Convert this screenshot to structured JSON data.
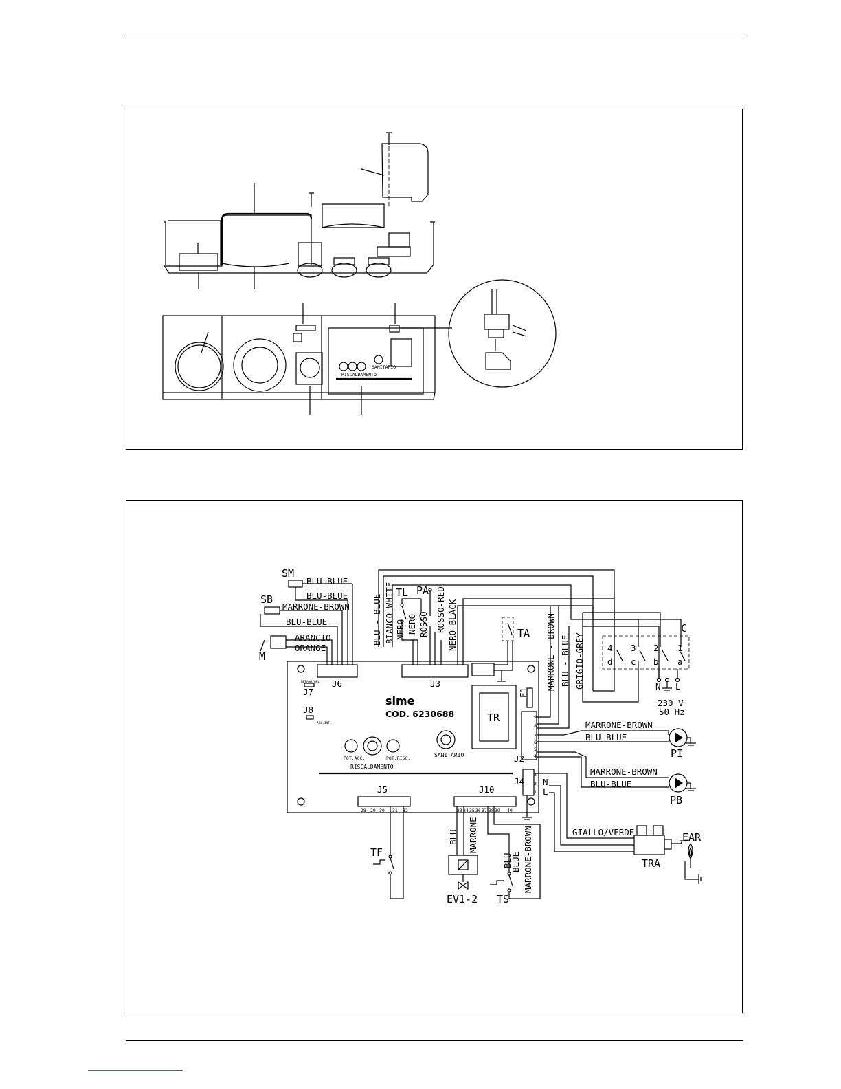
{
  "diagram": {
    "wiring": {
      "wire_labels": {
        "blu_blue": "BLU-BLUE",
        "marrone_brown": "MARRONE-BROWN",
        "arancio": "ARANCIO",
        "orange": "ORANGE",
        "blu_blue_spaced": "BLU - BLUE",
        "bianco_white": "BIANCO-WHITE",
        "nero": "NERO",
        "rosso": "ROSSO",
        "rosso_red": "ROSSO-RED",
        "nero_black": "NERO-BLACK",
        "marrone_brown_spaced": "MARRONE - BROWN",
        "grigio_grey": "GRIGIO-GREY",
        "giallo_verde": "GIALLO/VERDE",
        "blu": "BLU",
        "marrone": "MARRONE",
        "blue": "BLUE"
      },
      "components": {
        "SM": "SM",
        "SB": "SB",
        "M": "M",
        "TL": "TL",
        "PA": "PA",
        "TA": "TA",
        "C": "C",
        "TR": "TR",
        "F1": "F1",
        "PI": "PI",
        "PB": "PB",
        "TF": "TF",
        "EV": "EV1-2",
        "TS": "TS",
        "TRA": "TRA",
        "EAR": "EAR"
      },
      "connectors": {
        "J6": "J6",
        "J3": "J3",
        "J7": "J7",
        "J8": "J8",
        "J2": "J2",
        "J4": "J4",
        "J5": "J5",
        "J10": "J10"
      },
      "board": {
        "brand": "sime",
        "code": "COD. 6230688",
        "riscaldamento": "RISCALDAMENTO",
        "sanitario": "SANITARIO",
        "pot_acc": "POT.ACC.",
        "pot_risc": "POT.RISC.",
        "metano_gpl": "METANO/GPL",
        "ablint": "ABL.INT.",
        "j5_pins": [
          "28",
          "29",
          "30",
          "31",
          "32"
        ],
        "j10_pins": [
          "33",
          "34",
          "35",
          "36",
          "37",
          "38",
          "39",
          "40"
        ],
        "j2_pins": [
          "9",
          "8",
          "7",
          "6",
          "5",
          "4"
        ],
        "j4_pins": [
          "3",
          "2",
          "1"
        ]
      },
      "switch": {
        "top_numbers": [
          "4",
          "3",
          "2",
          "1"
        ],
        "bottom_letters": [
          "d",
          "c",
          "b",
          "a"
        ],
        "N": "N",
        "L": "L",
        "voltage": "230 V",
        "frequency": "50 Hz"
      },
      "j4_side": {
        "N": "N",
        "L": "L"
      }
    },
    "exploded_view": {
      "panel_texts": [
        "RISCALDAMENTO",
        "SANITARIO"
      ]
    }
  }
}
